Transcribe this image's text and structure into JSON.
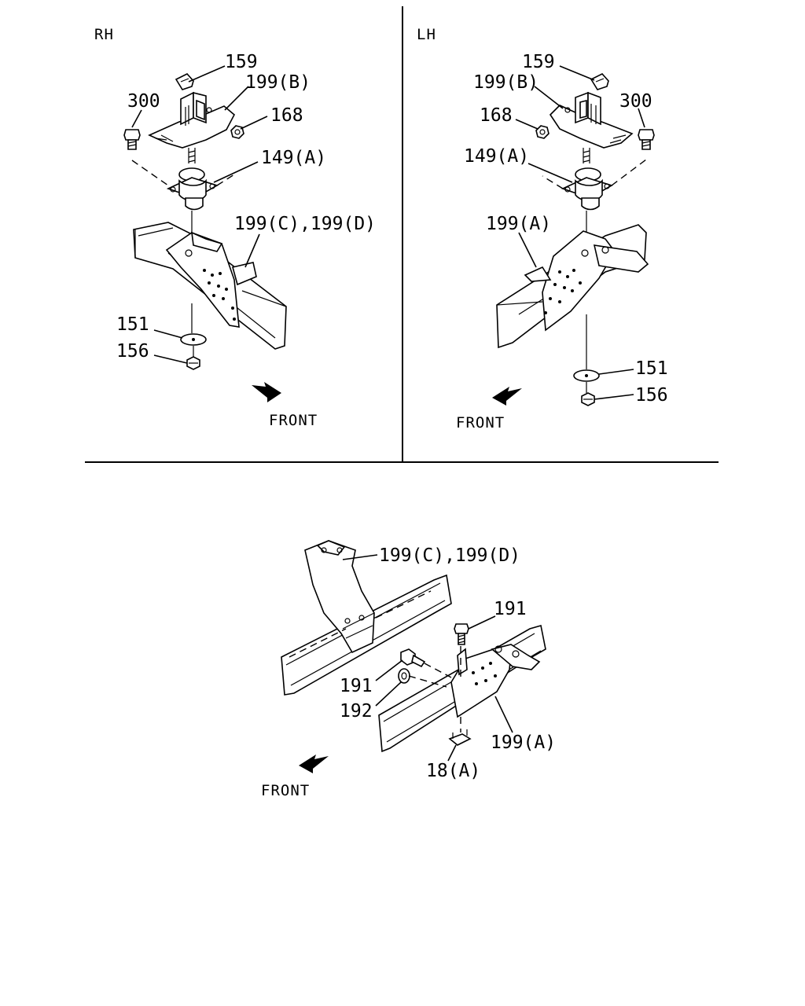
{
  "panels": {
    "rh": {
      "title": "RH",
      "front_label": "FRONT",
      "callouts": {
        "c159": "159",
        "c199b": "199(B)",
        "c300": "300",
        "c168": "168",
        "c149a": "149(A)",
        "c199cd": "199(C),199(D)",
        "c151": "151",
        "c156": "156"
      }
    },
    "lh": {
      "title": "LH",
      "front_label": "FRONT",
      "callouts": {
        "c159": "159",
        "c199b": "199(B)",
        "c300": "300",
        "c168": "168",
        "c149a": "149(A)",
        "c199a": "199(A)",
        "c151": "151",
        "c156": "156"
      }
    },
    "bottom": {
      "front_label": "FRONT",
      "callouts": {
        "c199cd": "199(C),199(D)",
        "c191_top": "191",
        "c191_left": "191",
        "c192": "192",
        "c199a": "199(A)",
        "c18a": "18(A)"
      }
    }
  }
}
